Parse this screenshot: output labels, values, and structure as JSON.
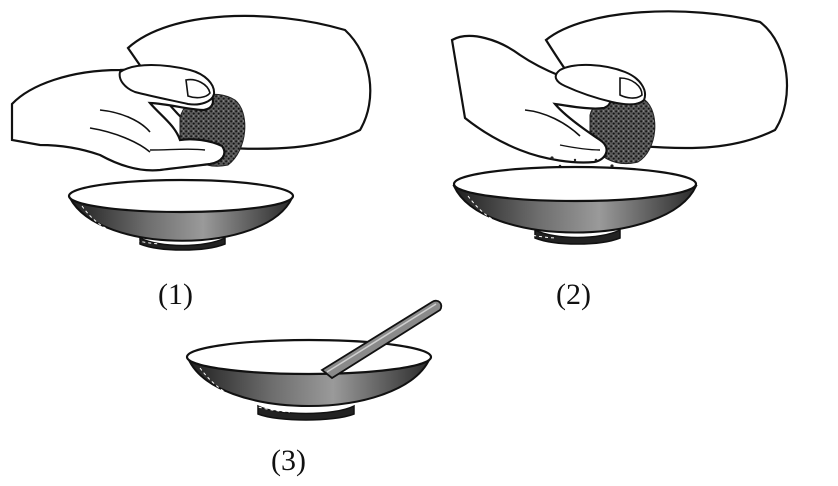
{
  "panels": [
    {
      "label": "(1)",
      "illustration": "hand-crushing-sample-icon"
    },
    {
      "label": "(2)",
      "illustration": "hand-sprinkling-crumbs-icon"
    },
    {
      "label": "(3)",
      "illustration": "bowl-with-stirring-stick-icon"
    }
  ],
  "colors": {
    "ink": "#111111",
    "bowl_shade": "#5a5a5a",
    "bowl_inner": "#ffffff",
    "sample_dark": "#3a3a3a",
    "paper": "#ffffff"
  }
}
